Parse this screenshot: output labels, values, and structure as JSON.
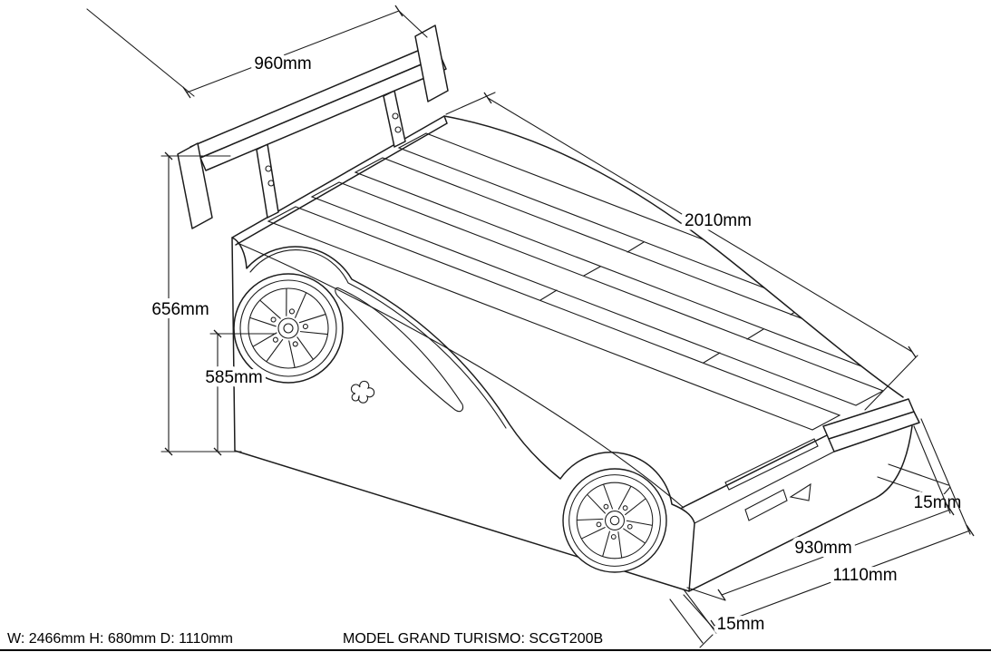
{
  "dimension_labels": {
    "spoiler_width": "960mm",
    "overall_length": "2010mm",
    "rear_height": "656mm",
    "side_height": "585mm",
    "side_lip": "15mm",
    "front_inner_width": "930mm",
    "overall_width": "1110mm",
    "front_lip": "15mm"
  },
  "footer": {
    "size_summary": "W: 2466mm H: 680mm D: 1110mm",
    "model": "MODEL GRAND TURISMO: SCGT200B"
  },
  "colors": {
    "line": "#1c1c1c",
    "background": "#ffffff",
    "text": "#000000"
  }
}
